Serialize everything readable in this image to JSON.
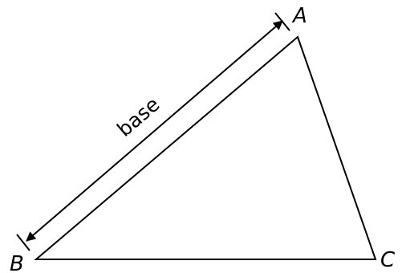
{
  "diagram": {
    "vertices": {
      "a": "A",
      "b": "B",
      "c": "C"
    },
    "base_label": "base",
    "colors": {
      "stroke": "#000000",
      "background": "#ffffff"
    }
  }
}
